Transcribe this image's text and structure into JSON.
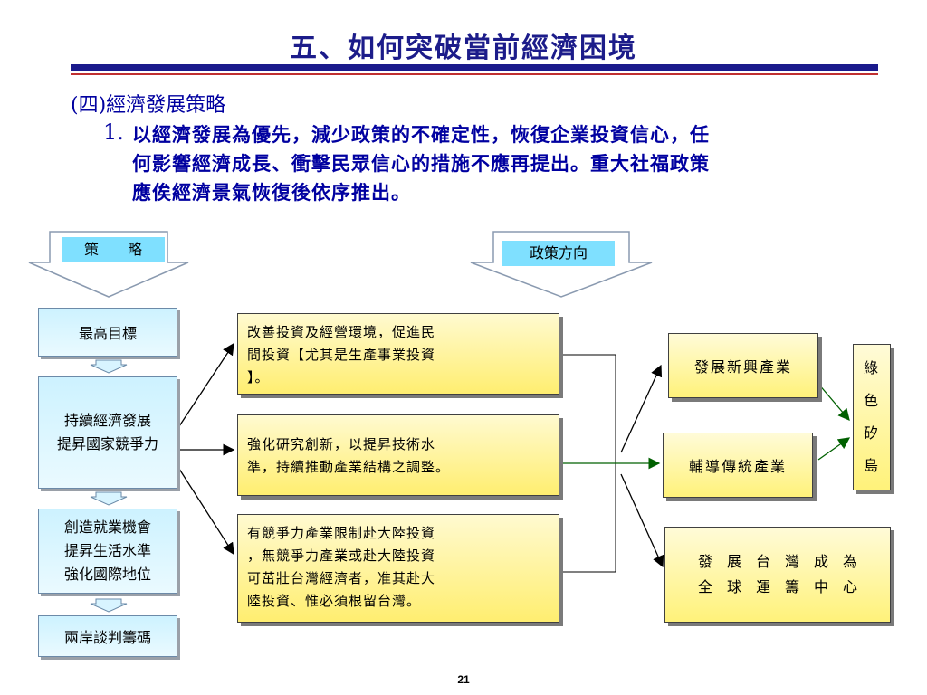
{
  "title": "五、如何突破當前經濟困境",
  "section_heading": "(四)經濟發展策略",
  "point": {
    "number": "1.",
    "lines": [
      "以經濟發展為優先，減少政策的不確定性，恢復企業投資信心，任",
      "何影響經濟成長、衝擊民眾信心的措施不應再提出。重大社福政策",
      "應俟經濟景氣恢復後依序推出。"
    ]
  },
  "labels": {
    "strategy": "策　　略",
    "policy_direction": "政策方向"
  },
  "left_boxes": {
    "top_goal": "最高目標",
    "growth": [
      "持續經濟發展",
      "提昇國家競爭力"
    ],
    "jobs": [
      "創造就業機會",
      "提昇生活水準",
      "強化國際地位"
    ],
    "bargaining": "兩岸談判籌碼"
  },
  "policy_boxes": [
    [
      "改善投資及經營環境，促進民",
      "間投資【尤其是生產事業投資",
      "】。"
    ],
    [
      "強化研究創新，以提昇技術水",
      "準，持續推動產業結構之調整。"
    ],
    [
      "有競爭力產業限制赴大陸投資",
      "，無競爭力產業或赴大陸投資",
      "可茁壯台灣經濟者，准其赴大",
      "陸投資、惟必須根留台灣。"
    ]
  ],
  "right_boxes": {
    "emerging": "發展新興產業",
    "traditional": "輔導傳統產業",
    "center": [
      "發　展　台　灣　成　為",
      "全　球　運　籌　中　心"
    ],
    "green": [
      "綠",
      "色",
      "矽",
      "島"
    ]
  },
  "page_number": "21",
  "colors": {
    "title": "#1c1c8a",
    "text_blue": "#0000a0",
    "tag": "#7fe0ff",
    "arrow_green": "#006000"
  }
}
